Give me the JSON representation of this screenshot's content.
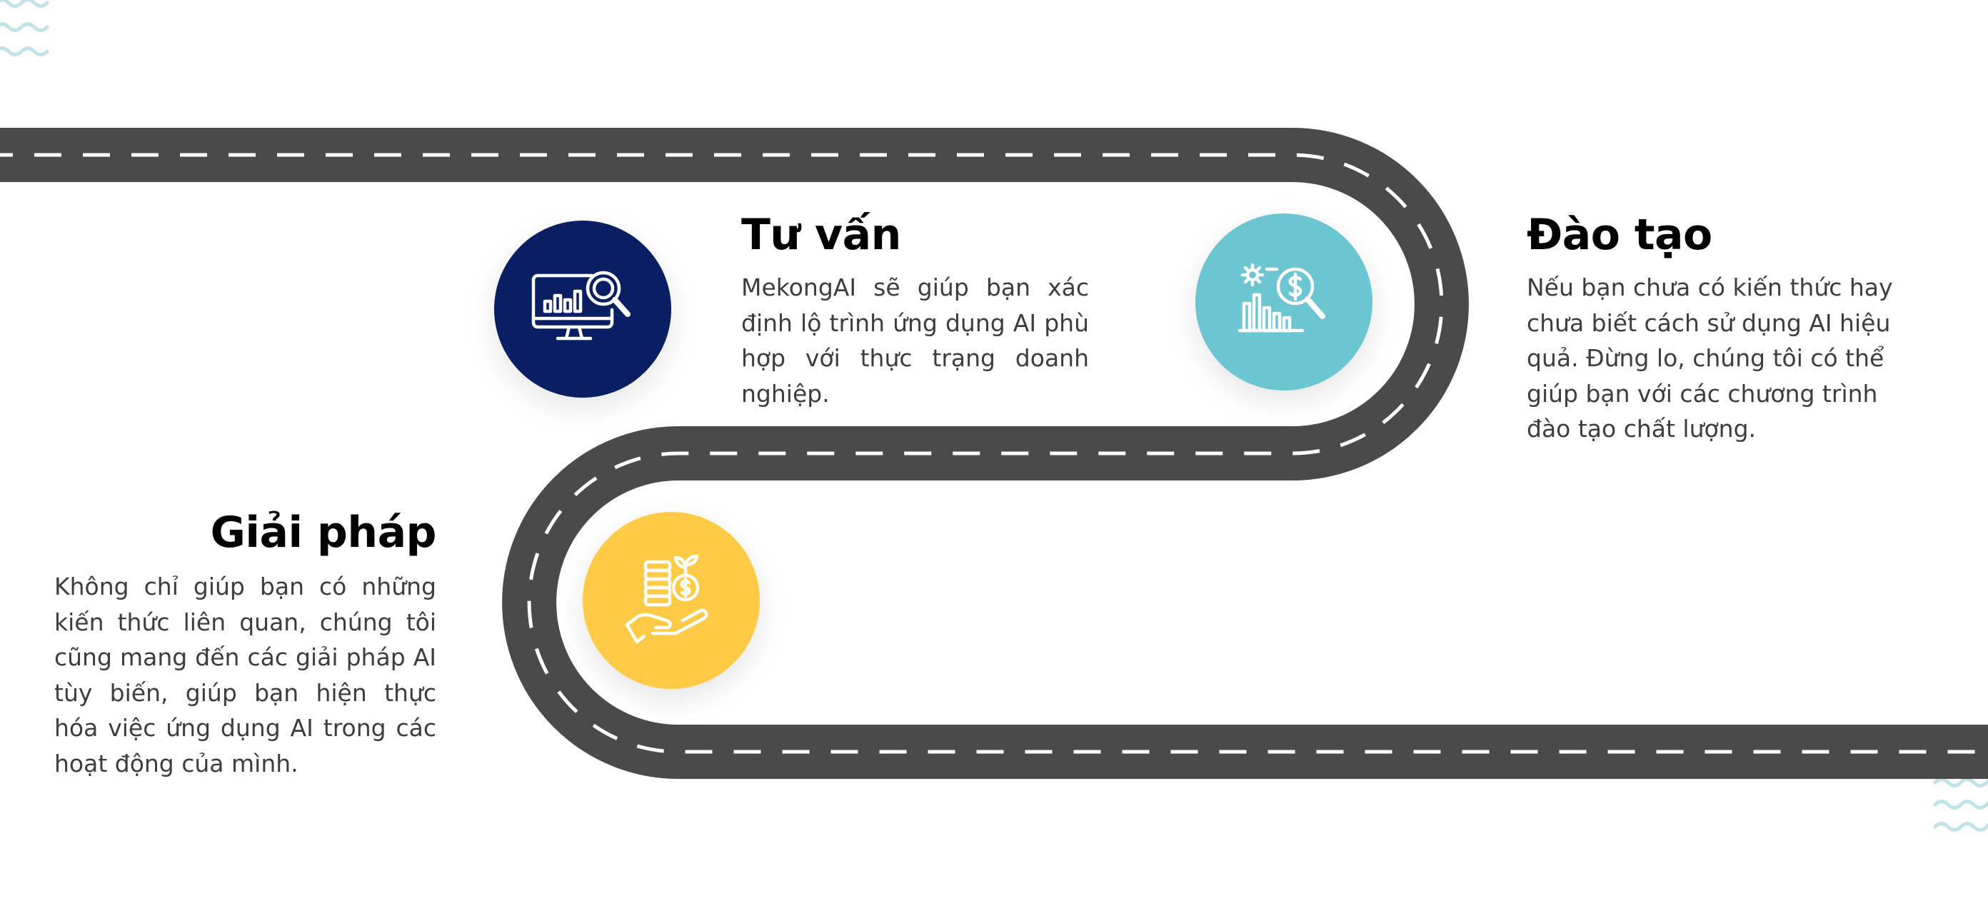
{
  "colors": {
    "road": "#4a4a4a",
    "lane_marking": "#ffffff",
    "consulting": "#0a1f63",
    "training": "#6bc6d2",
    "solution": "#ffcb47",
    "wave": "#bfe3e8"
  },
  "steps": [
    {
      "title": "Tư vấn",
      "description": "MekongAI sẽ giúp bạn xác định lộ trình ứng dụng AI phù hợp với thực trạng doanh nghiệp.",
      "icon": "monitor-chart-magnifier-icon"
    },
    {
      "title": "Đào tạo",
      "description": "Nếu bạn chưa có kiến thức hay chưa biết cách sử dụng AI hiệu quả. Đừng lo, chúng tôi có thể giúp bạn với các chương trình đào tạo chất lượng.",
      "icon": "bar-chart-dollar-magnifier-icon"
    },
    {
      "title": "Giải pháp",
      "description": "Không chỉ giúp bạn có những kiến thức liên quan, chúng tôi cũng mang đến các giải pháp AI tùy biến, giúp bạn hiện thực hóa việc ứng dụng AI trong các hoạt động của mình.",
      "icon": "hand-coins-plant-icon"
    }
  ]
}
